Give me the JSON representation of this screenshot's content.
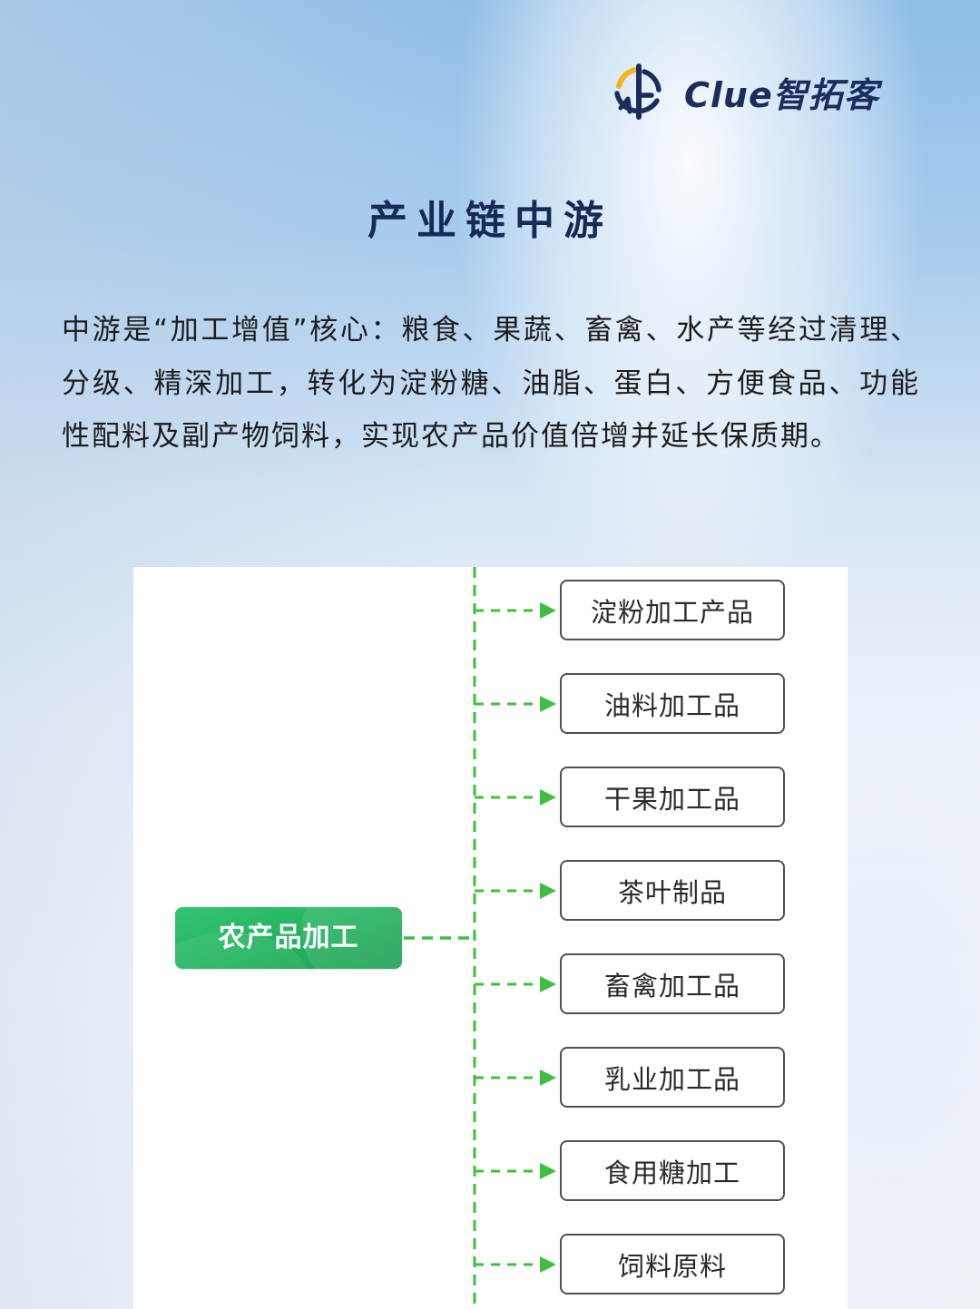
{
  "brand": {
    "name": "Clue智拓客",
    "logo_icon": "globe-arrow-logo-icon",
    "colors": {
      "navy": "#1b2d5c",
      "gold": "#f2b51c"
    }
  },
  "header": {
    "title": "产业链中游"
  },
  "intro": {
    "text": "中游是“加工增值”核心：粮食、果蔬、畜禽、水产等经过清理、分级、精深加工，转化为淀粉糖、油脂、蛋白、方便食品、功能性配料及副产物饲料，实现农产品价值倍增并延长保质期。"
  },
  "diagram": {
    "root": {
      "label": "农产品加工",
      "color": "#27b463"
    },
    "connector_color": "#3fbf3f",
    "children": [
      {
        "label": "淀粉加工产品"
      },
      {
        "label": "油料加工品"
      },
      {
        "label": "干果加工品"
      },
      {
        "label": "茶叶制品"
      },
      {
        "label": "畜禽加工品"
      },
      {
        "label": "乳业加工品"
      },
      {
        "label": "食用糖加工"
      },
      {
        "label": "饲料原料"
      }
    ]
  }
}
